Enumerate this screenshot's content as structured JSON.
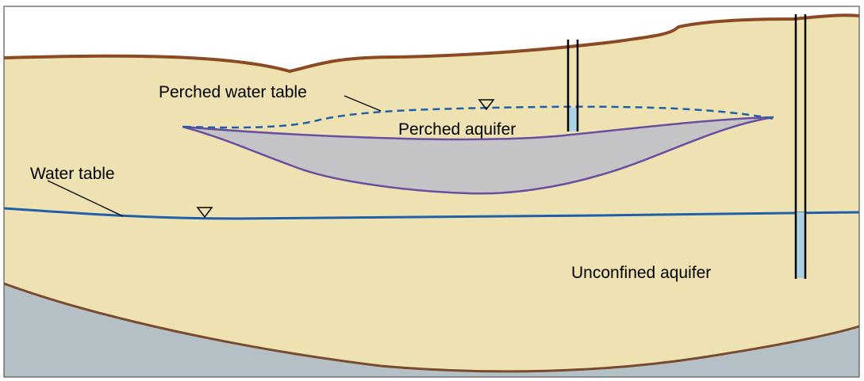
{
  "labels": {
    "perched_water_table": "Perched water table",
    "perched_aquifer": "Perched aquifer",
    "water_table": "Water table",
    "unconfined_aquifer": "Unconfined aquifer"
  },
  "colors": {
    "sky": "#ffffff",
    "sand": "#efe2b2",
    "ground_surface": "#8b4a23",
    "bedrock": "#b4c0c6",
    "bedrock_top": "#7a4a2e",
    "clay_lens_fill": "#c4c3c6",
    "clay_lens_outline": "#6a4ea0",
    "water": "#2060a8",
    "well_water": "#a9d3e4",
    "frame": "#555555"
  }
}
